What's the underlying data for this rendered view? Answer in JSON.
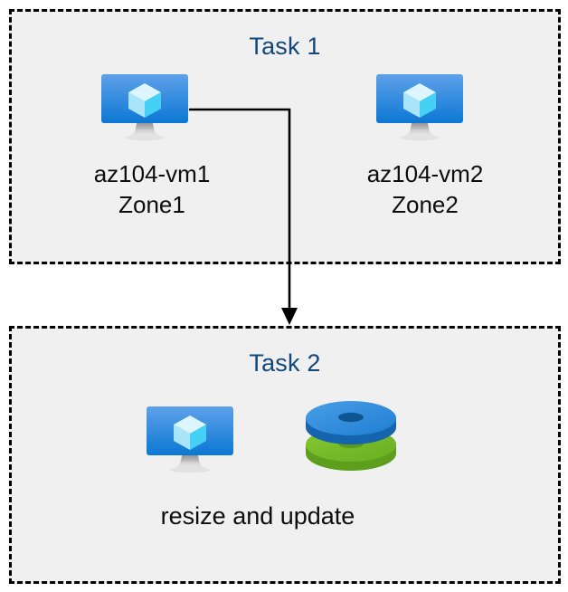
{
  "diagram": {
    "background_color": "#ffffff",
    "box_fill_color": "#f0f0f0",
    "box_border_color": "#000000",
    "title_color": "#13477a",
    "label_color": "#0d0d0d",
    "connector_color": "#000000"
  },
  "task1": {
    "title": "Task 1",
    "nodes": [
      {
        "icon": "azure-virtual-machine-icon",
        "label": "az104-vm1\nZone1",
        "name": "az104-vm1",
        "zone": "Zone1"
      },
      {
        "icon": "azure-virtual-machine-icon",
        "label": "az104-vm2\nZone2",
        "name": "az104-vm2",
        "zone": "Zone2"
      }
    ]
  },
  "task2": {
    "title": "Task 2",
    "label": "resize and update",
    "nodes": [
      {
        "icon": "azure-virtual-machine-icon"
      },
      {
        "icon": "azure-disks-icon"
      }
    ]
  },
  "connector": {
    "from": "az104-vm1",
    "to": "Task 2",
    "style": "elbow-arrow",
    "arrowhead": "filled-triangle-down"
  },
  "icon_colors": {
    "vm_screen_top": "#5a9ae8",
    "vm_screen_bottom": "#0d7ad4",
    "vm_cube_top": "#d8f4fd",
    "vm_cube_left": "#a5e4f7",
    "vm_cube_right": "#4ad2f5",
    "vm_stand": "#9b9b9b",
    "disk_blue": "#2f8ee0",
    "disk_blue_dark": "#0f5ea8",
    "disk_green": "#74bb28",
    "disk_green_dark": "#5a9a1e"
  }
}
